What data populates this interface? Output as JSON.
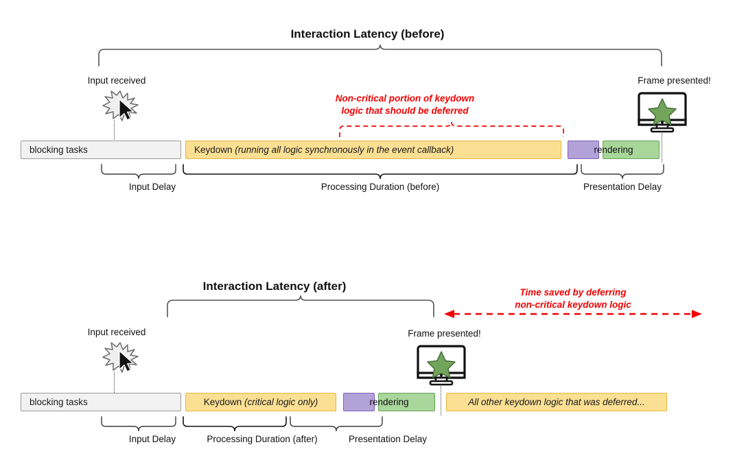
{
  "diagram": {
    "title_before": "Interaction Latency (before)",
    "title_after": "Interaction Latency (after)",
    "annotation_before": {
      "line1": "Non-critical portion of keydown",
      "line2": "logic that should be deferred",
      "color": "#f00000"
    },
    "annotation_after": {
      "line1": "Time saved by deferring",
      "line2": "non-critical keydown logic",
      "color": "#f00000"
    },
    "markers": {
      "input_received": "Input received",
      "frame_presented": "Frame presented!"
    },
    "phases_before": [
      "Input Delay",
      "Processing Duration (before)",
      "Presentation Delay"
    ],
    "phases_after": [
      "Input Delay",
      "Processing Duration (after)",
      "Presentation Delay"
    ],
    "bars_before": {
      "blocking": "blocking tasks",
      "keydown_plain": "Keydown ",
      "keydown_italic": "(running all logic synchronously in the event callback)",
      "rendering": "rendering"
    },
    "bars_after": {
      "blocking": "blocking tasks",
      "keydown_plain": "Keydown ",
      "keydown_italic": "(critical logic only)",
      "rendering": "rendering",
      "deferred": "All other keydown logic that was deferred..."
    },
    "colors": {
      "blocking": "#f2f2f2",
      "blocking_border": "#9a9a9a",
      "keydown": "#fbdf93",
      "keydown_border": "#e4b63f",
      "rendering_purple": "#b3a2d7",
      "rendering_purple_border": "#7d62b8",
      "rendering_green": "#a9d69a",
      "rendering_green_border": "#63a555",
      "star": "#72a45c",
      "annotation_red": "#f00000",
      "brace": "#555555"
    },
    "icons": {
      "input_burst": "burst-icon",
      "cursor": "cursor-icon",
      "monitor": "monitor-icon",
      "star": "star-icon"
    }
  }
}
